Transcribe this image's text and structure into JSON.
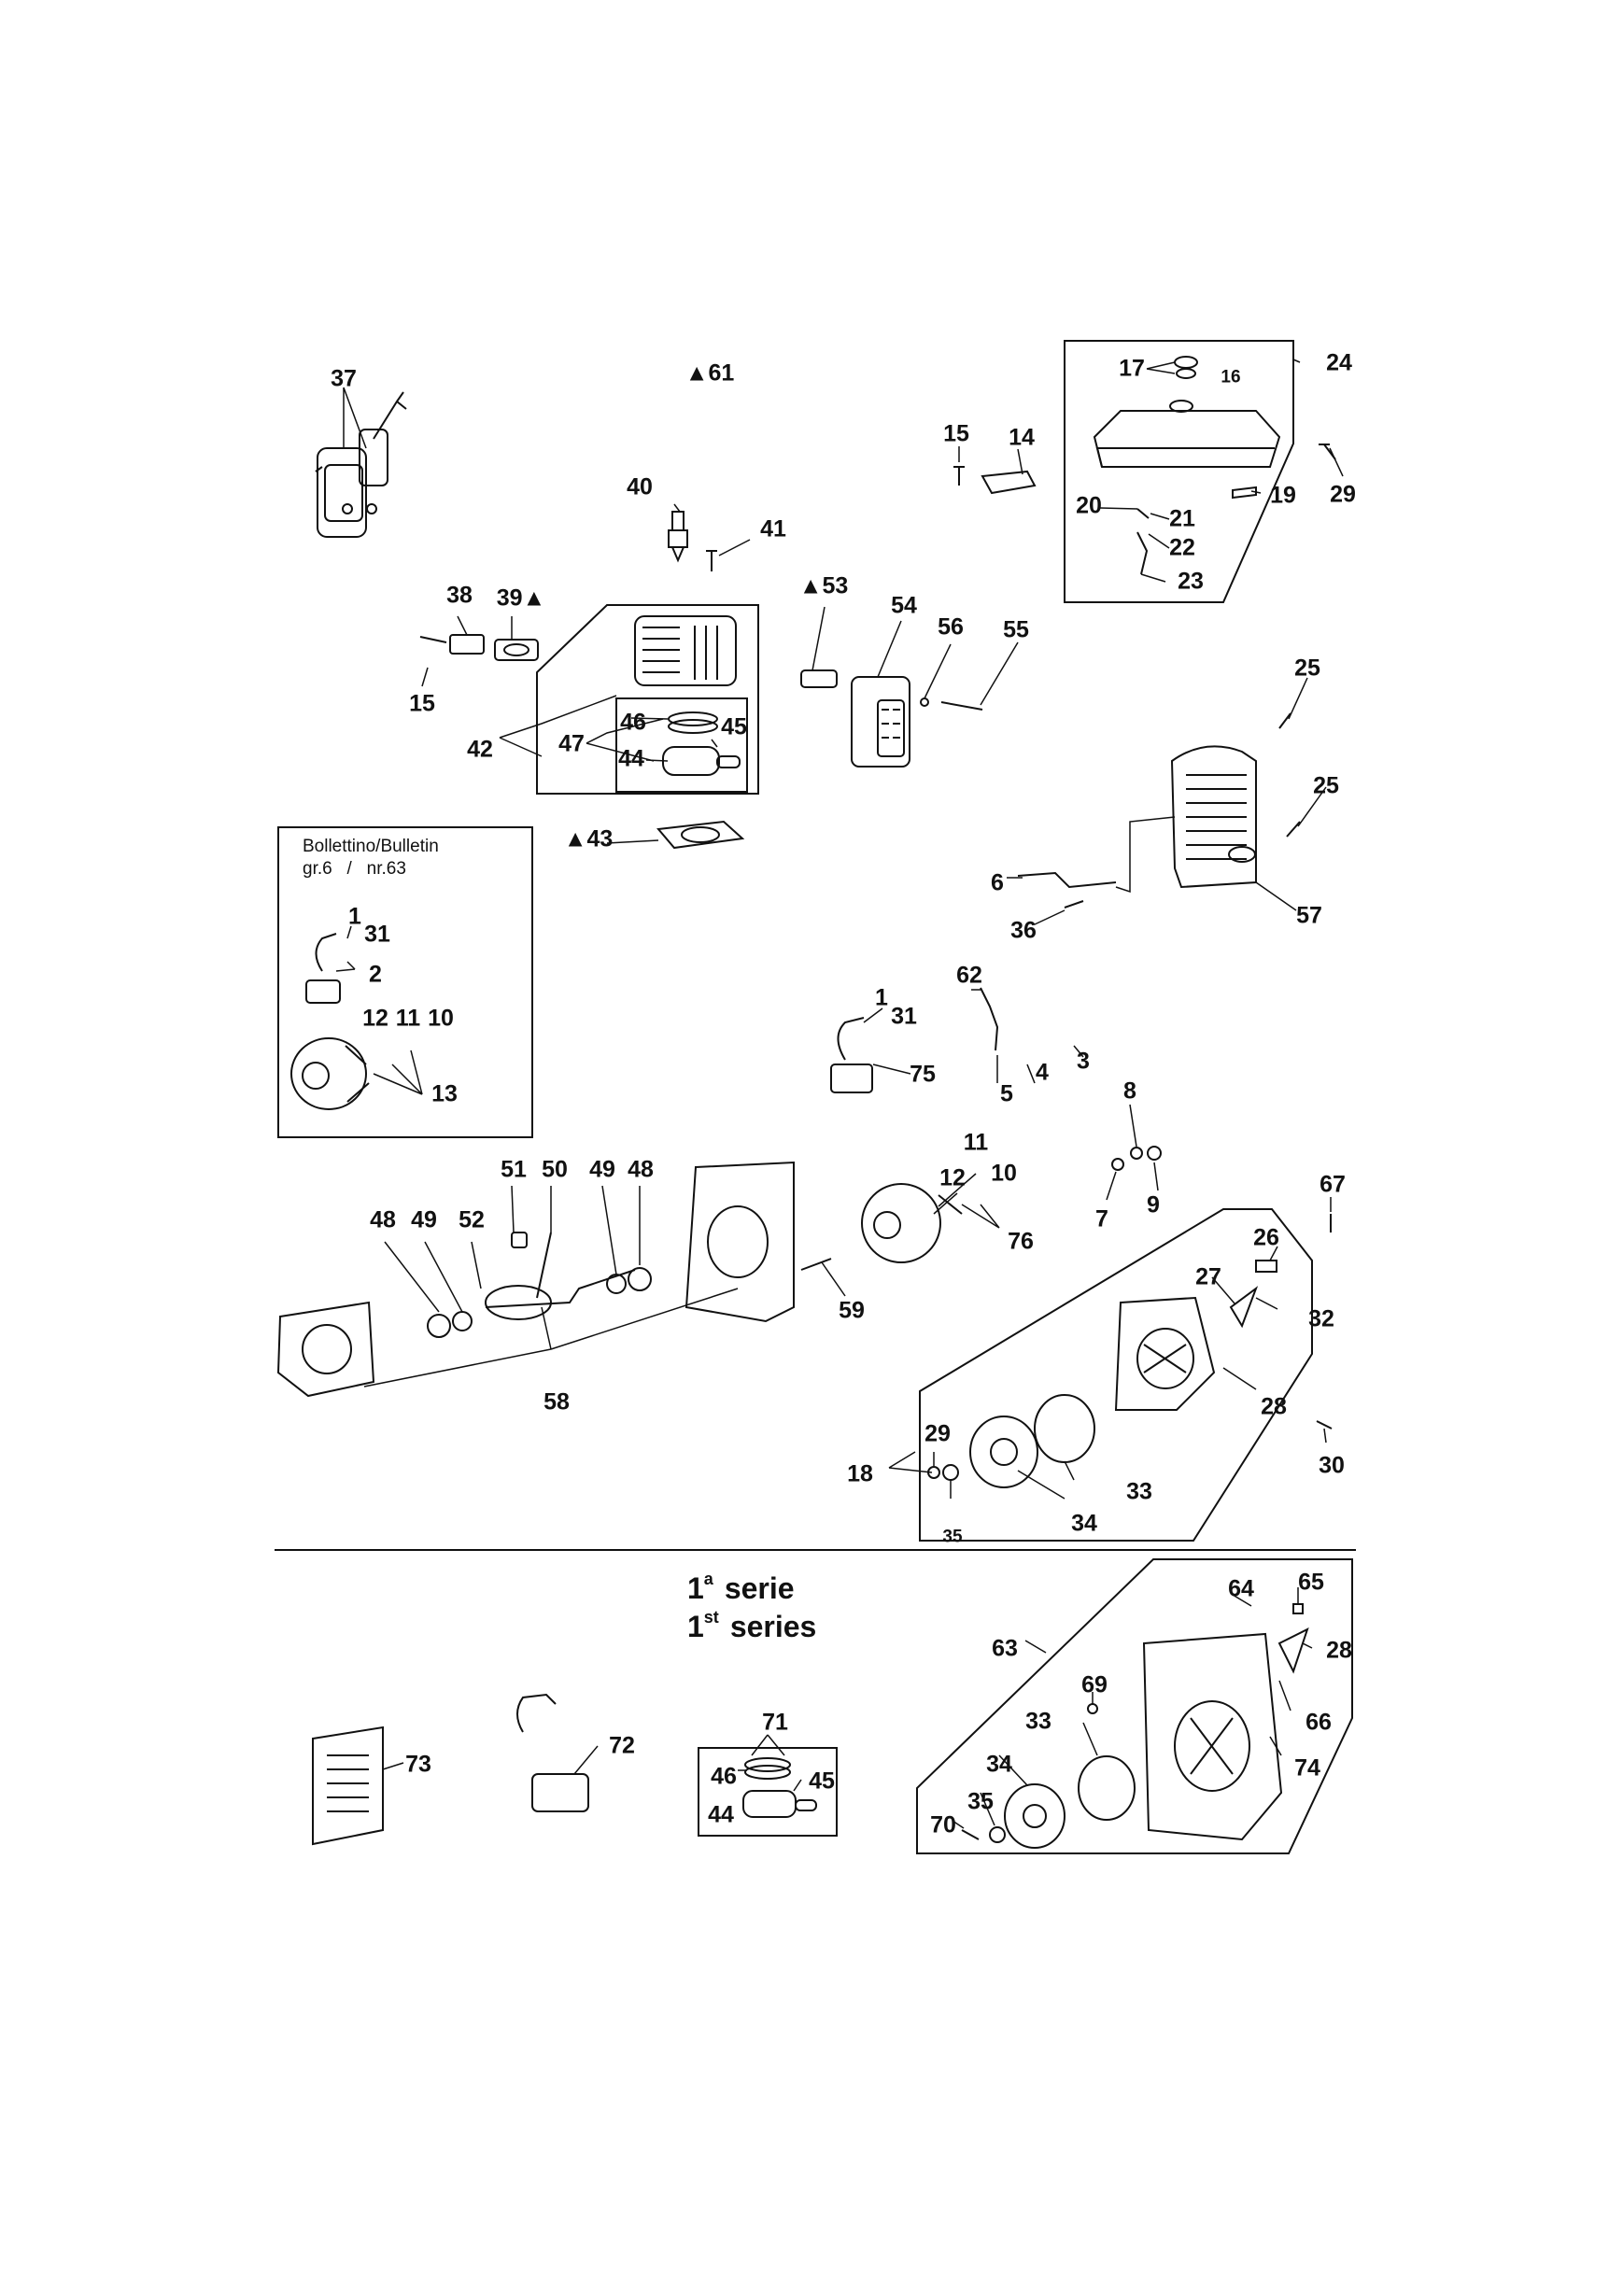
{
  "bulletin": {
    "title": "Bollettino/Bulletin",
    "ref": "gr.6   /   nr.63"
  },
  "series_heading": {
    "it": {
      "num": "1",
      "sup": "a",
      "word": "serie"
    },
    "en": {
      "num": "1",
      "sup": "st",
      "word": "series"
    }
  },
  "callouts": {
    "37": "37",
    "61": "▲61",
    "40": "40",
    "41": "41",
    "38": "38",
    "39": "39▲",
    "15a": "15",
    "42": "42",
    "47": "47",
    "46a": "46",
    "45a": "45",
    "44a": "44",
    "43": "▲43",
    "53": "▲53",
    "54": "54",
    "56": "56",
    "55": "55",
    "15b": "15",
    "14": "14",
    "17": "17",
    "16": "16",
    "24": "24",
    "20": "20",
    "21": "21",
    "22": "22",
    "23": "23",
    "19": "19",
    "29a": "29",
    "25a": "25",
    "25b": "25",
    "6": "6",
    "36": "36",
    "57": "57",
    "b1": "1",
    "b31": "31",
    "b2": "2",
    "b12": "12",
    "b11": "11",
    "b10": "10",
    "b13": "13",
    "62": "62",
    "1": "1",
    "31": "31",
    "75": "75",
    "5": "5",
    "4": "4",
    "3": "3",
    "8": "8",
    "7": "7",
    "9": "9",
    "51": "51",
    "50": "50",
    "49a": "49",
    "48a": "48",
    "48b": "48",
    "49b": "49",
    "52": "52",
    "58": "58",
    "59": "59",
    "11": "11",
    "12": "12",
    "10": "10",
    "76": "76",
    "67": "67",
    "26": "26",
    "27": "27",
    "32": "32",
    "28a": "28",
    "29b": "29",
    "18": "18",
    "35a": "35",
    "34a": "34",
    "33a": "33",
    "30": "30",
    "64": "64",
    "65": "65",
    "63": "63",
    "28b": "28",
    "69": "69",
    "66": "66",
    "33b": "33",
    "74": "74",
    "34b": "34",
    "35b": "35",
    "70": "70",
    "73": "73",
    "72": "72",
    "71": "71",
    "46b": "46",
    "45b": "45",
    "44b": "44"
  },
  "colors": {
    "ink": "#111111",
    "paper": "#ffffff"
  }
}
